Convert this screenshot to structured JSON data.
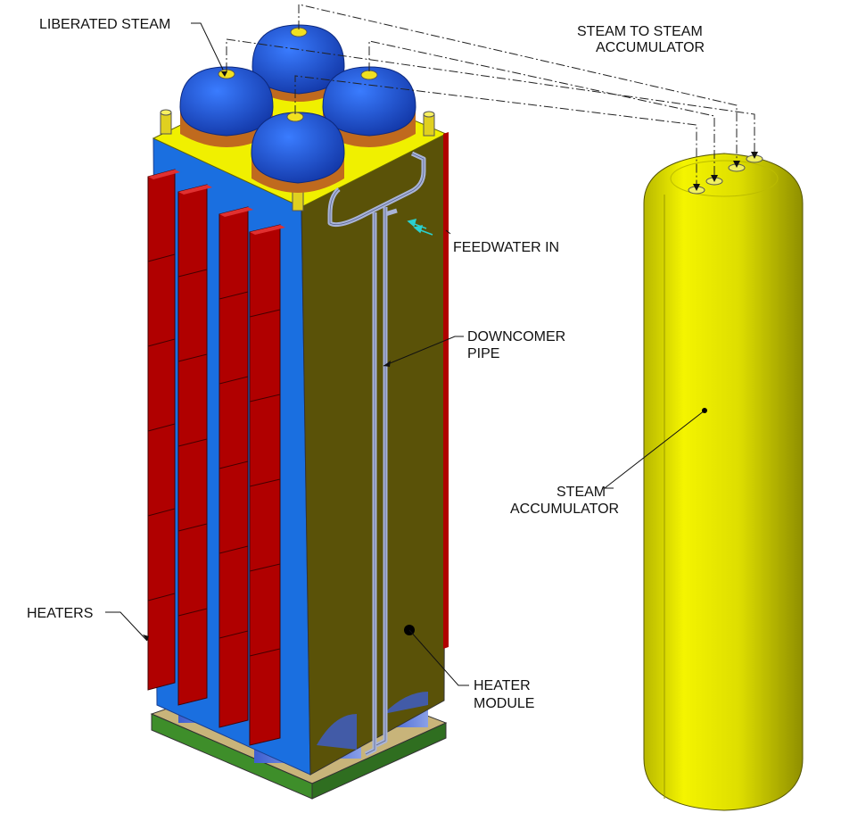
{
  "labels": {
    "liberated_steam": "LIBERATED STEAM",
    "steam_to_accumulator_line1": "STEAM TO STEAM",
    "steam_to_accumulator_line2": "ACCUMULATOR",
    "feedwater_in": "FEEDWATER IN",
    "downcomer_line1": "DOWNCOMER",
    "downcomer_line2": "PIPE",
    "accumulator_line1": "STEAM",
    "accumulator_line2": "ACCUMULATOR",
    "heaters": "HEATERS",
    "heater_module_line1": "HEATER",
    "heater_module_line2": "MODULE"
  },
  "colors": {
    "heater_red": "#b00000",
    "module_blue": "#1a6fe0",
    "module_olive": "#5a5208",
    "top_yellow": "#f0f000",
    "dome_blue": "#1e50d8",
    "band_copper": "#c06a1e",
    "accumulator_yellow": "#dede00",
    "base_tan": "#c8b47a",
    "base_green": "#3e8e2a",
    "pipe": "#a9b4d8",
    "feedwater_arrow": "#2ad0d0"
  }
}
